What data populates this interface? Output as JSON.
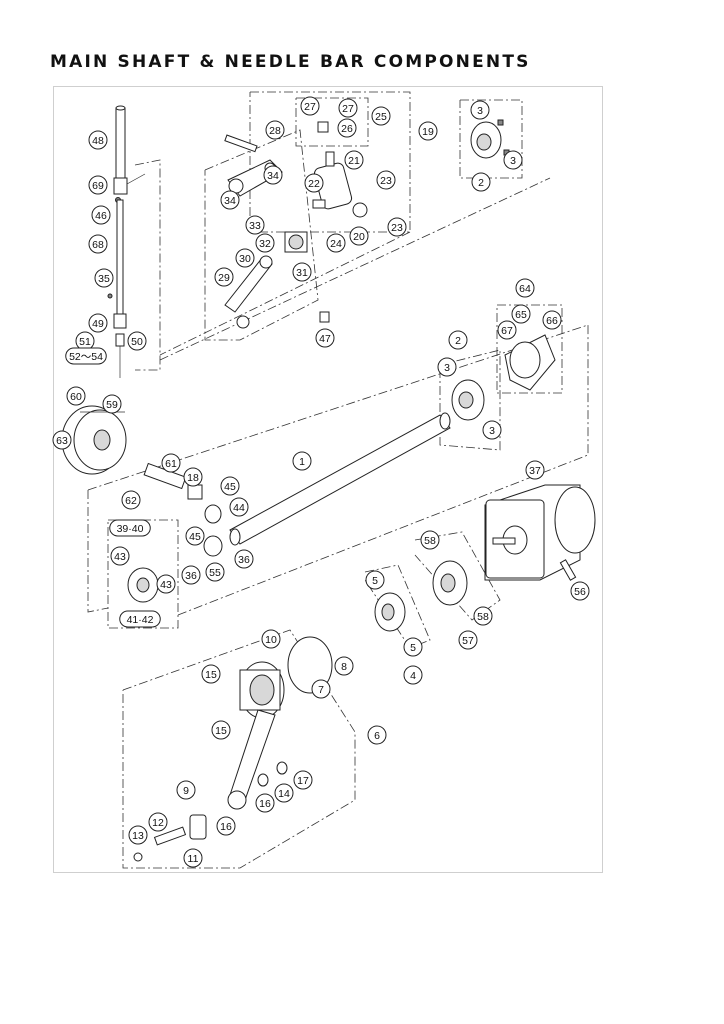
{
  "title": "MAIN SHAFT & NEEDLE BAR COMPONENTS",
  "labels": {
    "p1": "1",
    "p2": "2",
    "p3": "3",
    "p4": "4",
    "p5": "5",
    "p6": "6",
    "p7": "7",
    "p8": "8",
    "p9": "9",
    "p10": "10",
    "p11": "11",
    "p12": "12",
    "p13": "13",
    "p14": "14",
    "p15": "15",
    "p16": "16",
    "p17": "17",
    "p18": "18",
    "p19": "19",
    "p20": "20",
    "p21": "21",
    "p22": "22",
    "p23": "23",
    "p24": "24",
    "p25": "25",
    "p26": "26",
    "p27": "27",
    "p28": "28",
    "p29": "29",
    "p30": "30",
    "p31": "31",
    "p32": "32",
    "p33": "33",
    "p34": "34",
    "p35": "35",
    "p36": "36",
    "p37": "37",
    "p39_40": "39·40",
    "p41_42": "41·42",
    "p43": "43",
    "p44": "44",
    "p45": "45",
    "p46": "46",
    "p47": "47",
    "p48": "48",
    "p49": "49",
    "p50": "50",
    "p51": "51",
    "p52_54": "52～54",
    "p55": "55",
    "p56": "56",
    "p57": "57",
    "p58": "58",
    "p59": "59",
    "p60": "60",
    "p61": "61",
    "p62": "62",
    "p63": "63",
    "p64": "64",
    "p65": "65",
    "p66": "66",
    "p67": "67",
    "p68": "68",
    "p69": "69"
  }
}
